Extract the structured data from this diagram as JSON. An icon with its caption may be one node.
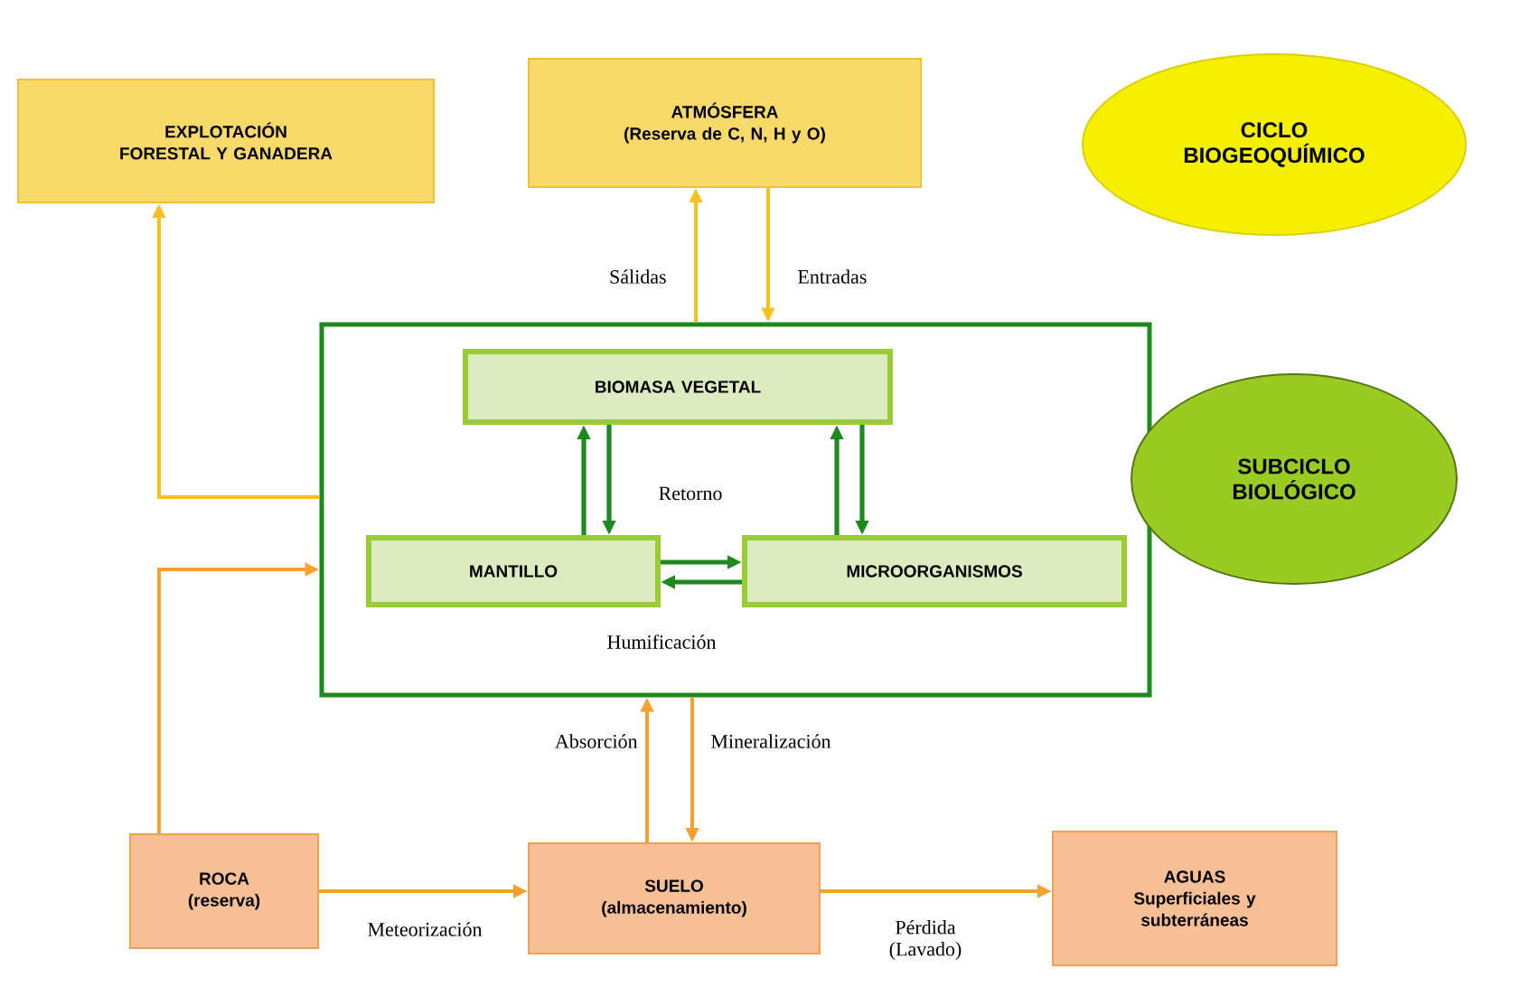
{
  "diagram": {
    "nodes": [
      {
        "text": [
          "EXPLOTACIÓN FORESTAL Y GANADERA"
        ]
      },
      {
        "text": [
          "ATMÓSFERA",
          "(Reserva de C, N, H y O)"
        ]
      },
      {
        "text": [
          "CICLO BIOGEOQUÍMICO"
        ]
      },
      {
        "text": [],
        "shape": "box"
      },
      {
        "text": [
          "BIOMASA VEGETAL"
        ],
        "in": 3
      },
      {
        "text": [
          "MANTILLO"
        ],
        "in": 3
      },
      {
        "text": [
          "MICROORGANISMOS"
        ],
        "in": 3
      },
      {
        "text": [
          "SUBCICLO BIOLÓGICO"
        ]
      },
      {
        "text": [
          "ROCA",
          "(reserva)"
        ]
      },
      {
        "text": [
          "SUELO",
          "(almacenamiento)"
        ]
      },
      {
        "text": [
          "AGUAS",
          "Superficiales y subterráneas"
        ]
      }
    ],
    "edges": [
      {
        "from": 3,
        "to": 0,
        "arrow": "to",
        "color": "#f5c020"
      },
      {
        "from": 3,
        "to": 1,
        "arrow": "to",
        "label": "Sálidas",
        "color": "#f5c020"
      },
      {
        "from": 1,
        "to": 3,
        "arrow": "to",
        "label": "Entradas",
        "color": "#f5c020"
      },
      {
        "from": 5,
        "to": 4,
        "arrow": "to",
        "color": "#1e8a1e"
      },
      {
        "from": 4,
        "to": 5,
        "arrow": "to",
        "color": "#1e8a1e"
      },
      {
        "from": 6,
        "to": 4,
        "arrow": "to",
        "color": "#1e8a1e"
      },
      {
        "from": 4,
        "to": 6,
        "arrow": "to",
        "color": "#1e8a1e"
      },
      {
        "from": 5,
        "to": 6,
        "arrow": "to",
        "color": "#1e8a1e"
      },
      {
        "from": 6,
        "to": 5,
        "arrow": "to",
        "color": "#1e8a1e"
      },
      {
        "from": 8,
        "to": 3,
        "arrow": "to",
        "color": "#f5a030"
      },
      {
        "from": 9,
        "to": 3,
        "arrow": "to",
        "label": "Absorción",
        "color": "#f5a030"
      },
      {
        "from": 3,
        "to": 9,
        "arrow": "to",
        "label": "Mineralización",
        "color": "#f5a030"
      },
      {
        "from": 8,
        "to": 9,
        "arrow": "to",
        "label": "Meteorización",
        "color": "#f5a030"
      },
      {
        "from": 9,
        "to": 10,
        "arrow": "to",
        "label": "Pérdida (Lavado)",
        "color": "#f5a030"
      }
    ],
    "labels": [
      "Retorno",
      "Humificación"
    ]
  }
}
